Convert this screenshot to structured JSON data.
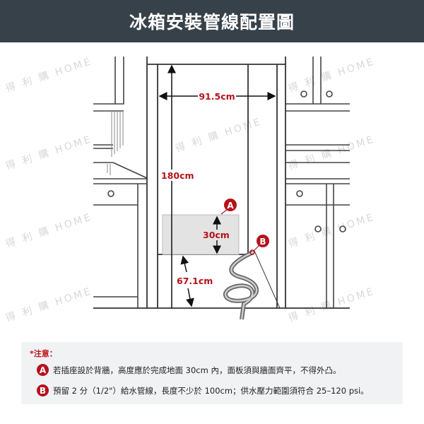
{
  "title": "冰箱安裝管線配置圖",
  "diagram": {
    "width_label": "91.5cm",
    "height_label": "180cm",
    "outlet_height_label": "30cm",
    "floor_gap_label": "67.1cm",
    "marker_a": "A",
    "marker_b": "B",
    "watermark": "得 利 購 HOME"
  },
  "notes": {
    "title": "*注意：",
    "items": [
      {
        "badge": "A",
        "text": "若插座設於背牆，高度應於完成地面 30cm 內，面板須與牆面齊平，不得外凸。"
      },
      {
        "badge": "B",
        "text": "預留 2 分（1/2\"）給水管線，長度不少於 100cm；供水壓力範圍須符合 25–120 psi。"
      }
    ]
  },
  "colors": {
    "header": "#37414a",
    "accent": "#b5121b"
  }
}
